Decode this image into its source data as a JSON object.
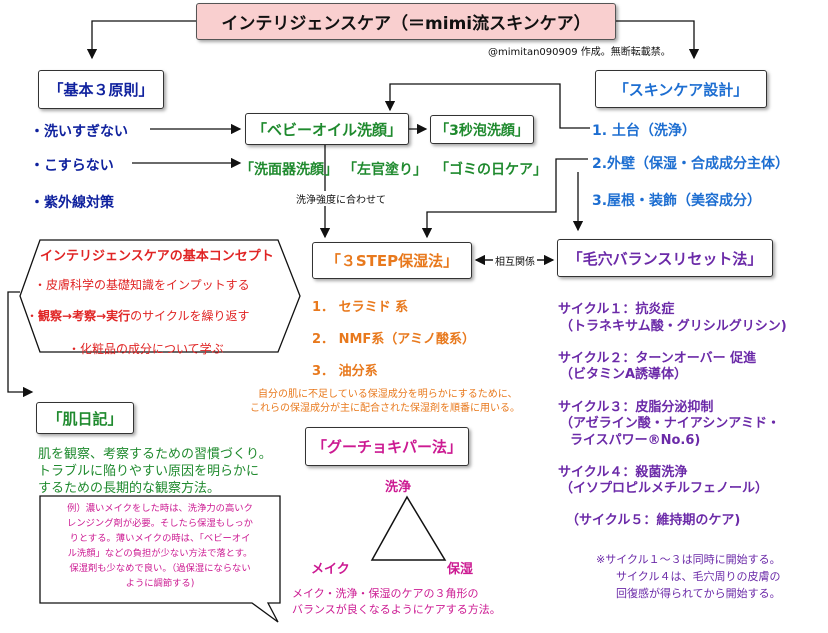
{
  "title": "インテリジェンスケア（＝mimi流スキンケア）",
  "credit": "@mimitan090909 作成。無断転載禁。",
  "basic_rules": {
    "heading": "「基本３原則」",
    "items": [
      "・洗いすぎない",
      "・こすらない",
      "・紫外線対策"
    ]
  },
  "cleansing": {
    "baby_oil": "「ベビーオイル洗顔」",
    "three_sec": "「3秒泡洗顔」",
    "sub_methods": [
      "「洗面器洗顔」",
      "「左官塗り」",
      "「ゴミの日ケア」"
    ],
    "note": "洗浄強度に合わせて"
  },
  "design": {
    "heading": "「スキンケア設計」",
    "items": [
      "1. 土台（洗浄）",
      "2.外壁（保湿・合成成分主体）",
      "3.屋根・装飾（美容成分）"
    ]
  },
  "concept": {
    "heading": "インテリジェンスケアの基本コンセプト",
    "line1": "・皮膚科学の基礎知識をインプットする",
    "line2_parts": [
      "・",
      "観察→考察→実行",
      "のサイクルを繰り返す"
    ],
    "line3": "・化粧品の成分について学ぶ"
  },
  "three_step": {
    "heading": "「３STEP保湿法」",
    "relation": "相互関係",
    "items": [
      "1．  セラミド 系",
      "2．  NMF系（アミノ酸系）",
      "3．  油分系"
    ],
    "note_lines": [
      "自分の肌に不足している保湿成分を明らかにするために、",
      "これらの保湿成分が主に配合された保湿剤を順番に用いる。"
    ]
  },
  "pore": {
    "heading": "「毛穴バランスリセット法」",
    "cycles": [
      [
        "サイクル１：抗炎症",
        "（トラネキサム酸・グリシルグリシン)"
      ],
      [
        "サイクル２：ターンオーバー 促進",
        "（ビタミンA誘導体）"
      ],
      [
        "サイクル３：皮脂分泌抑制",
        "（アゼライン酸・ナイアシンアミド・",
        "ライスパワー®No.6)"
      ],
      [
        "サイクル４：殺菌洗浄",
        "（イソプロピルメチルフェノール）"
      ],
      [
        "（サイクル５：維持期のケア)"
      ]
    ],
    "note_lines": [
      "※サイクル１〜３は同時に開始する。",
      "サイクル４は、毛穴周りの皮膚の",
      "回復感が得られてから開始する。"
    ]
  },
  "diary": {
    "heading": "「肌日記」",
    "lines": [
      "肌を観察、考察するための習慣づくり。",
      "トラブルに陥りやすい原因を明らかに",
      "するための長期的な観察方法。"
    ]
  },
  "gcp": {
    "heading": "「グーチョキパー法」",
    "labels": {
      "top": "洗浄",
      "left": "メイク",
      "right": "保湿"
    },
    "desc_lines": [
      "メイク・洗浄・保湿のケアの３角形の",
      "バランスが良くなるようにケアする方法。"
    ]
  },
  "example": {
    "lines": [
      "例）濃いメイクをした時は、洗浄力の高いク",
      "レンジング剤が必要。そしたら保湿もしっか",
      "りとする。薄いメイクの時は、「ベビーオイ",
      "ル洗顔」などの負担が少ない方法で落とす。",
      "保湿剤も少なめで良い。（過保湿にならない",
      "ように調節する)"
    ]
  },
  "colors": {
    "navy": "#10229e",
    "green": "#1f8a2e",
    "blue": "#1d6ed1",
    "orange": "#e8791d",
    "purple": "#6b2aa8",
    "magenta": "#cc1a92",
    "red": "#e02424",
    "title_bg": "#f9cfcf"
  }
}
